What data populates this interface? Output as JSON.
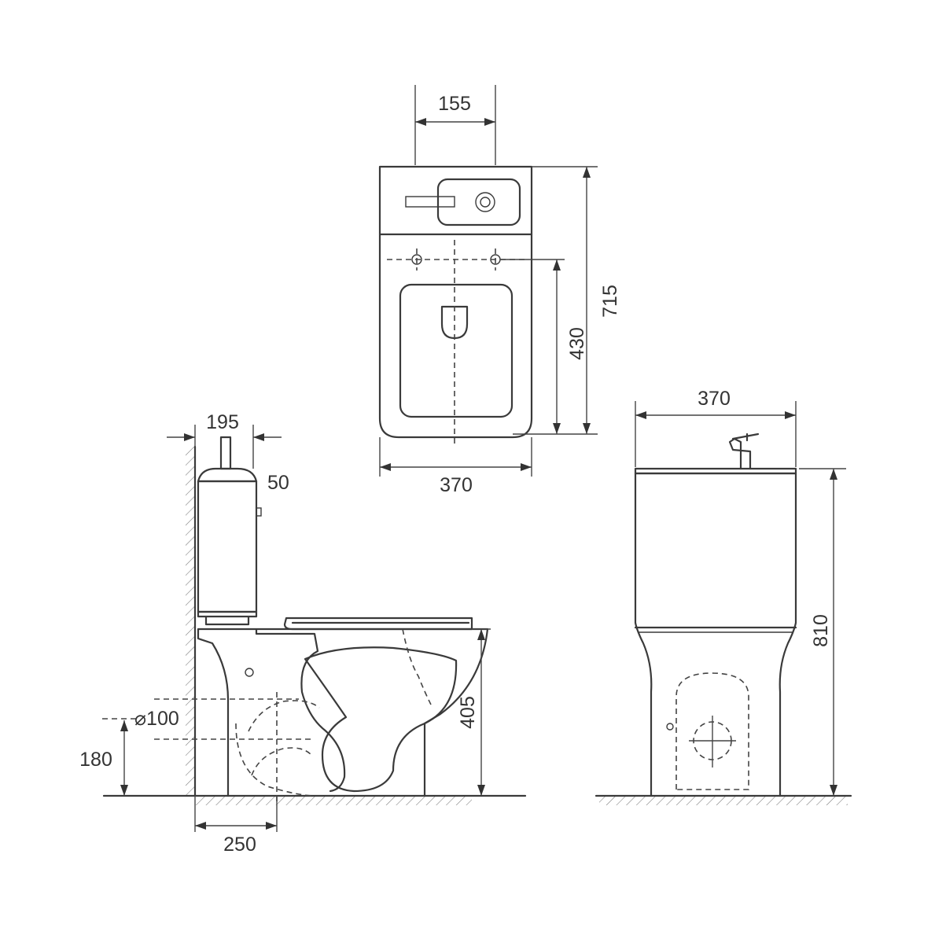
{
  "dimensions": {
    "top_tap_offset": "155",
    "top_width": "370",
    "top_depth": "715",
    "top_bolt_depth": "430",
    "side_cistern_depth": "195",
    "side_cistern_gap": "50",
    "side_outlet_diameter": "⌀100",
    "side_outlet_height": "180",
    "side_outlet_setback": "250",
    "side_seat_height": "405",
    "front_width": "370",
    "front_height": "810"
  }
}
